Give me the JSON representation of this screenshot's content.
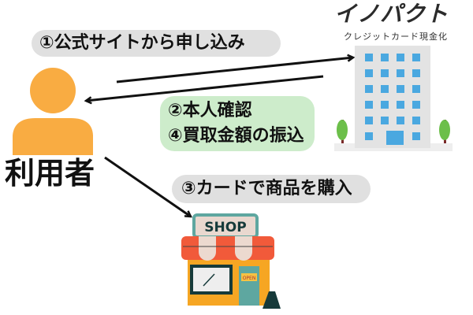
{
  "steps": {
    "step1": "①公式サイトから申し込み",
    "step2": "②本人確認",
    "step4": "④買取金額の振込",
    "step3": "③カードで商品を購入"
  },
  "user": {
    "label": "利用者",
    "icon": "person-icon",
    "color": "#f9ac42"
  },
  "company": {
    "logo": "イノパクト",
    "subtitle": "クレジットカード現金化",
    "icon": "office-building-icon"
  },
  "shop": {
    "sign": "SHOP",
    "door_sign": "OPEN",
    "icon": "shop-icon"
  },
  "colors": {
    "gray_pill": "#e0e0e0",
    "green_pill": "#cdeccb",
    "building_window": "#4aa8e0",
    "awning": "#f15a3a",
    "shop_wall": "#f6a623"
  }
}
